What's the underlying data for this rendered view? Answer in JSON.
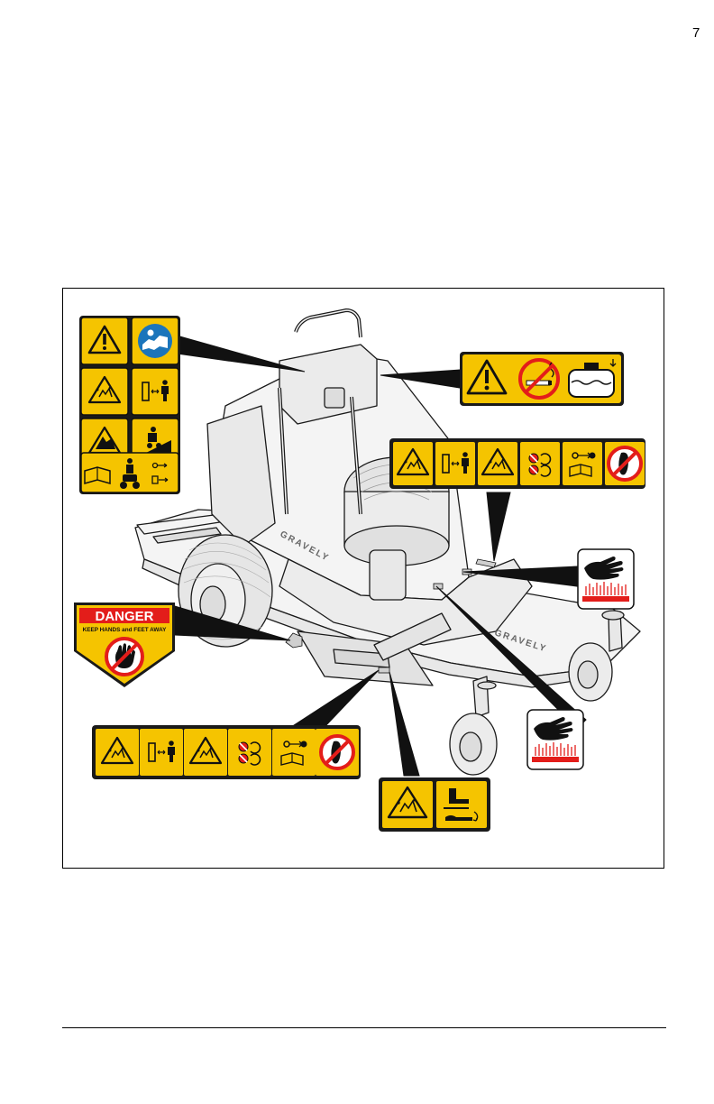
{
  "page": {
    "number": "7"
  },
  "danger_decal": {
    "signal_word": "DANGER",
    "message": "KEEP HANDS and FEET AWAY"
  },
  "machine": {
    "brand_side": "GRAVELY",
    "brand_deck": "GRAVELY"
  },
  "colors": {
    "decal_yellow": "#f5c400",
    "danger_red": "#e31d1a",
    "safety_blue": "#1b75bb",
    "outline": "#1a1a1a",
    "machine_fill": "#f4f4f4"
  },
  "icons": {
    "warning": "warning-triangle-icon",
    "read_manual": "read-manual-icon",
    "keep_distance": "keep-distance-icon",
    "thrown_objects": "thrown-objects-icon",
    "rollover": "rollover-icon",
    "slope": "slope-hazard-icon",
    "operator_position": "operator-position-icon",
    "no_smoking": "no-smoking-icon",
    "fuel_tank": "fuel-level-icon",
    "no_step": "no-step-icon",
    "hot_surface": "hot-surface-icon",
    "foot_hazard": "foot-hazard-icon",
    "hand_prohibited": "hand-prohibited-icon"
  }
}
